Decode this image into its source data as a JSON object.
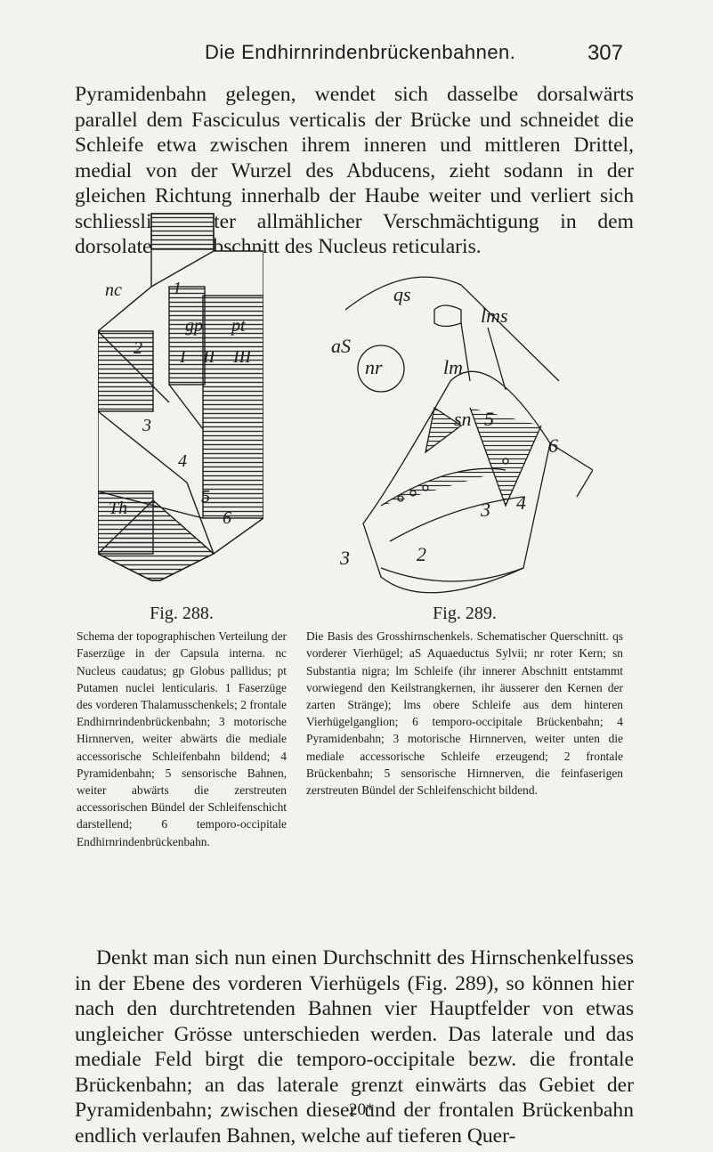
{
  "header": {
    "running_title": "Die Endhirnrindenbrückenbahnen.",
    "page_number": "307"
  },
  "paragraphs": {
    "p1": "Pyramidenbahn gelegen, wendet sich dasselbe dorsalwärts parallel dem Fasciculus verticalis der Brücke und schneidet die Schleife etwa zwischen ihrem inneren und mittleren Drittel, medial von der Wurzel des Abducens, zieht sodann in der gleichen Richtung innerhalb der Haube weiter und verliert sich schliesslich unter allmählicher Verschmächtigung in dem dorsolateralen Abschnitt des Nucleus reticularis.",
    "p2": "Denkt man sich nun einen Durchschnitt des Hirnschenkelfusses in der Ebene des vorderen Vierhügels (Fig. 289), so können hier nach den durchtretenden Bahnen vier Hauptfelder von etwas ungleicher Grösse unterschieden werden. Das laterale und das mediale Feld birgt die temporo-occipitale bezw. die frontale Brückenbahn; an das laterale grenzt einwärts das Gebiet der Pyramidenbahn; zwischen dieser und der frontalen Brückenbahn endlich verlaufen Bahnen, welche auf tieferen Quer-"
  },
  "fig288": {
    "title": "Fig. 288.",
    "caption": "Schema der topographischen Verteilung der Faserzüge in der Capsula interna. nc Nucleus caudatus; gp Globus pallidus; pt Putamen nuclei lenticularis. 1 Faserzüge des vorderen Thalamusschenkels; 2 frontale Endhirnrindenbrückenbahn; 3 motorische Hirnnerven, weiter abwärts die mediale accessorische Schleifenbahn bildend; 4 Pyramidenbahn; 5 sensorische Bahnen, weiter abwärts die zerstreuten accessorischen Bündel der Schleifenschicht darstellend; 6 temporo-occipitale Endhirnrindenbrückenbahn.",
    "labels": {
      "nc": "nc",
      "gp": "gp",
      "pt": "pt",
      "Th": "Th",
      "I": "I",
      "II": "II",
      "III": "III",
      "n1": "1",
      "n2": "2",
      "n3": "3",
      "n4": "4",
      "n5": "5",
      "n6": "6"
    }
  },
  "fig289": {
    "title": "Fig. 289.",
    "caption": "Die Basis des Grosshirnschenkels. Schematischer Querschnitt. qs vorderer Vierhügel; aS Aquaeductus Sylvii; nr roter Kern; sn Substantia nigra; lm Schleife (ihr innerer Abschnitt entstammt vorwiegend den Keilstrangkernen, ihr äusserer den Kernen der zarten Stränge); lms obere Schleife aus dem hinteren Vierhügelganglion; 6 temporo-occipitale Brückenbahn; 4 Pyramidenbahn; 3 motorische Hirnnerven, weiter unten die mediale accessorische Schleife erzeugend; 2 frontale Brückenbahn; 5 sensorische Hirnnerven, die feinfaserigen zerstreuten Bündel der Schleifenschicht bildend.",
    "labels": {
      "qs": "qs",
      "aS": "aS",
      "lms": "lms",
      "nr": "nr",
      "lm": "lm",
      "sn": "sn",
      "n2": "2",
      "n3": "3",
      "n4": "4",
      "n5": "5",
      "n6": "6"
    }
  },
  "footer": {
    "signature": "20*"
  }
}
